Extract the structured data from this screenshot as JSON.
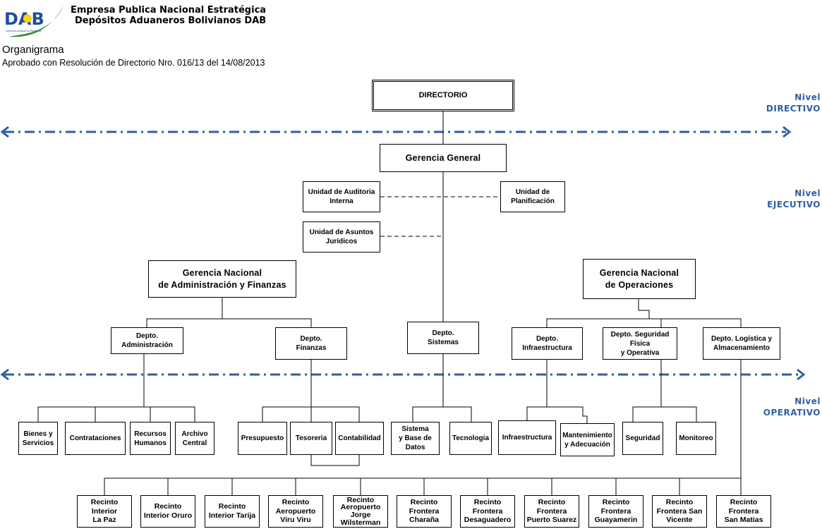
{
  "header": {
    "logo_text": "DAB",
    "logo_subtext": "Depósitos Aduaneros Bolivianos",
    "line1": "Empresa Publica Nacional Estratégica",
    "line2": "Depósitos Aduaneros Bolivianos DAB",
    "title": "Organigrama",
    "subtitle": "Aprobado con Resolución de Directorio Nro. 016/13 del 14/08/2013"
  },
  "levels": {
    "directivo": "Nivel\nDIRECTIVO",
    "ejecutivo": "Nivel\nEJECUTIVO",
    "operativo": "Nivel\nOPERATIVO"
  },
  "colors": {
    "level_line": "#2e5fa3"
  },
  "nodes": {
    "directorio": "DIRECTORIO",
    "gerencia_general": "Gerencia General",
    "auditoria": "Unidad de Auditoria\nInterna",
    "planificacion": "Unidad de\nPlanificación",
    "juridicos": "Unidad de Asuntos\nJurídicos",
    "gn_admin": "Gerencia Nacional\nde Administración y Finanzas",
    "gn_oper": "Gerencia Nacional\nde Operaciones",
    "d_admin": "Depto.\nAdministración",
    "d_fin": "Depto.\nFinanzas",
    "d_sis": "Depto.\nSistemas",
    "d_infra": "Depto.\nInfraestructura",
    "d_seg": "Depto. Seguridad Física\ny Operativa",
    "d_log": "Depto. Logística y\nAlmacenamiento",
    "bienes": "Bienes y\nServicios",
    "contrataciones": "Contrataciones",
    "rrhh": "Recursos\nHumanos",
    "archivo": "Archivo\nCentral",
    "presupuesto": "Presupuesto",
    "tesoreria": "Tesoreria",
    "contabilidad": "Contabilidad",
    "sistema_bd": "Sistema\ny Base de\nDatos",
    "tecnologia": "Tecnologia",
    "infraestructura": "Infraestructura",
    "mantenimiento": "Mantenimiento\ny Adecuación",
    "seguridad": "Seguridad",
    "monitoreo": "Monitoreo"
  },
  "recintos": [
    "Recinto\nInterior\nLa Paz",
    "Recinto\nInterior Oruro",
    "Recinto\nInterior Tarija",
    "Recinto\nAeropuerto\nViru Viru",
    "Recinto\nAeropuerto\nJorge\nWilsterman",
    "Recinto\nFrontera\nCharaña",
    "Recinto\nFrontera\nDesaguadero",
    "Recinto\nFrontera\nPuerto Suarez",
    "Recinto\nFrontera\nGuayamerin",
    "Recinto\nFrontera San\nVicente",
    "Recinto\nFrontera\nSan Matias"
  ]
}
